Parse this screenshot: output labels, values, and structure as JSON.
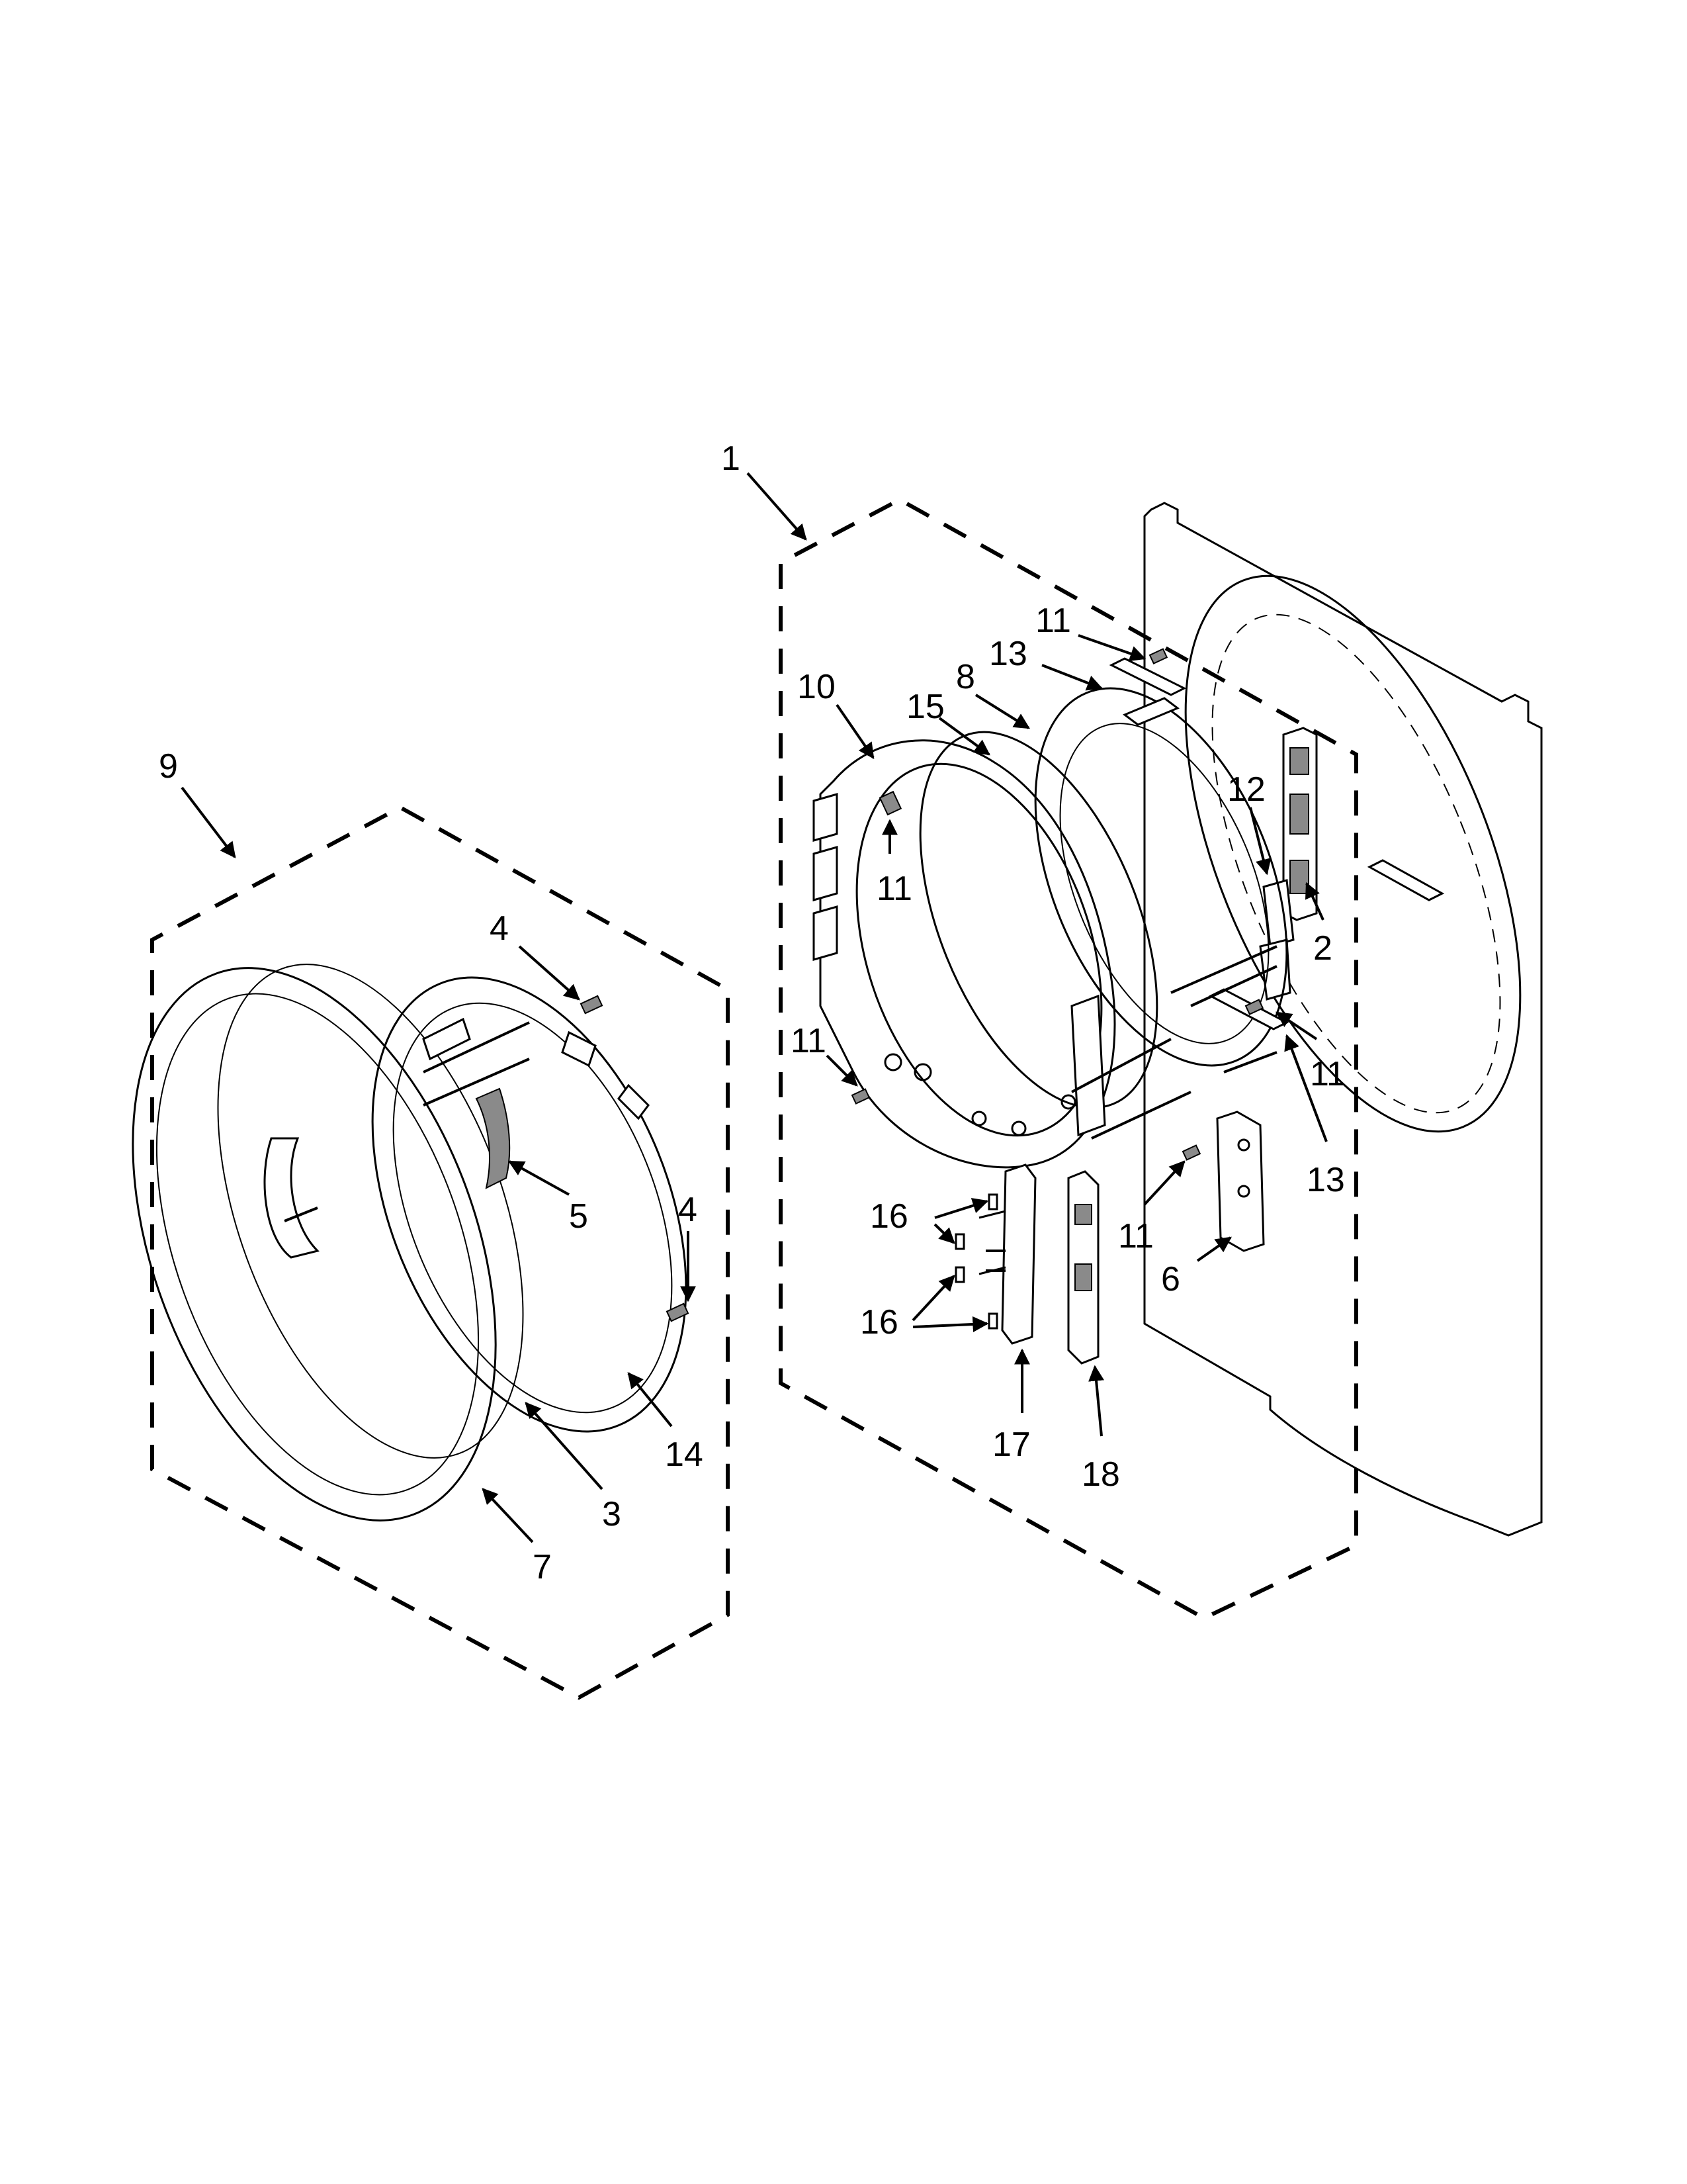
{
  "callouts": {
    "c1": "1",
    "c2": "2",
    "c3": "3",
    "c4a": "4",
    "c4b": "4",
    "c5": "5",
    "c6": "6",
    "c7": "7",
    "c8": "8",
    "c9": "9",
    "c10": "10",
    "c11a": "11",
    "c11b": "11",
    "c11c": "11",
    "c11d": "11",
    "c11e": "11",
    "c12": "12",
    "c13a": "13",
    "c13b": "13",
    "c14": "14",
    "c15": "15",
    "c16a": "16",
    "c16b": "16",
    "c17": "17",
    "c18": "18"
  }
}
